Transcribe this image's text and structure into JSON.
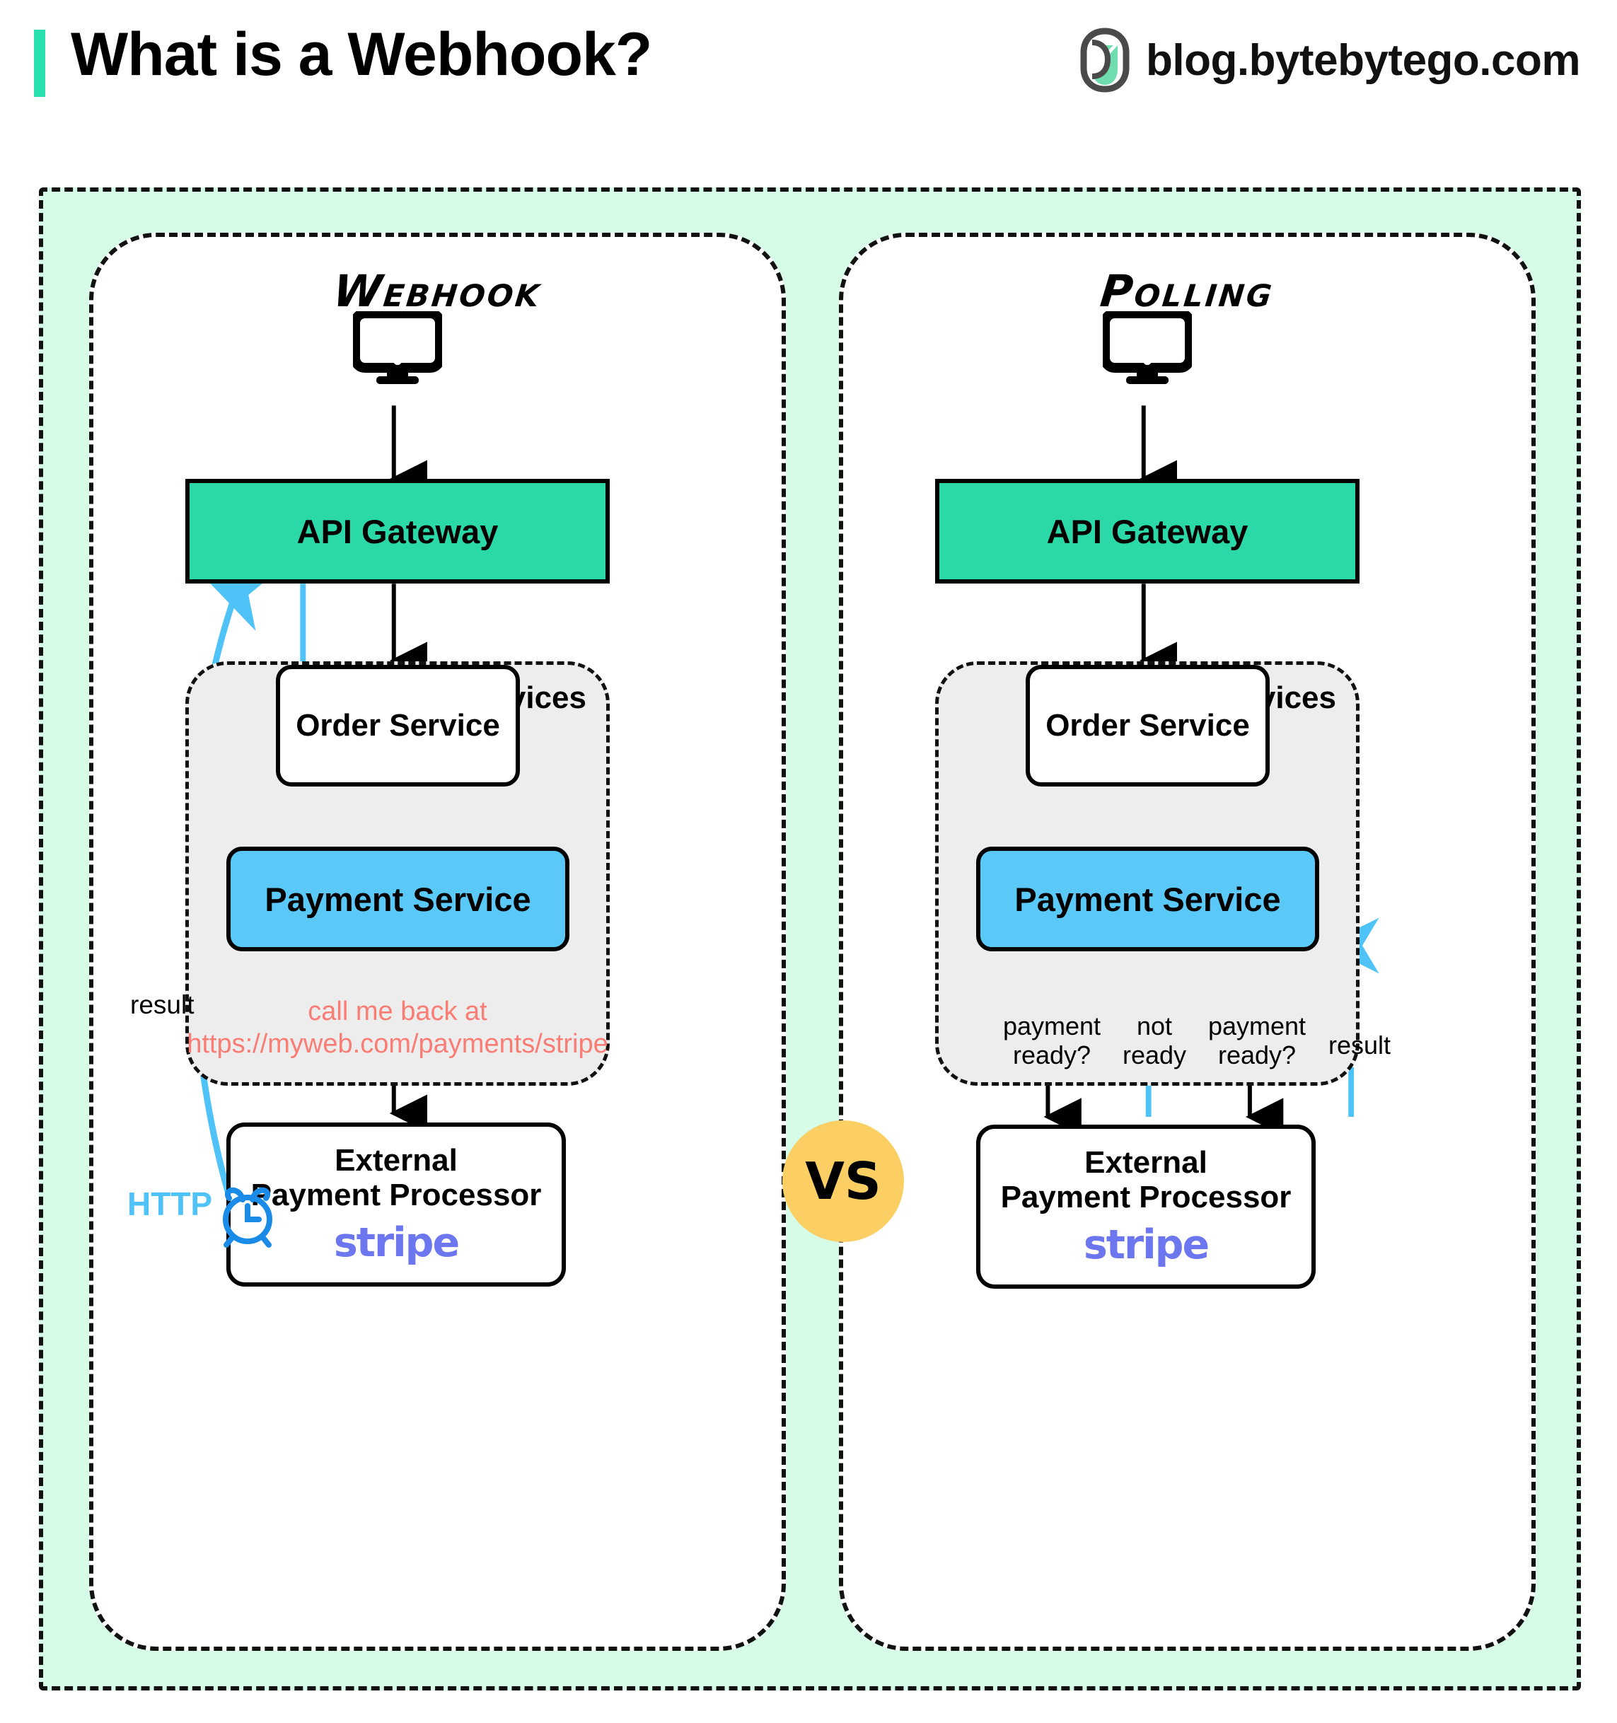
{
  "header": {
    "title": "What is a Webhook?",
    "brand_text": "blog.bytebytego.com",
    "accent_color": "#2BE0B0",
    "logo_icon": "bytebytego-logo-icon"
  },
  "diagram": {
    "background_color": "#D6FBE6",
    "comparator_label": "VS",
    "comparator_color": "#FBCF64",
    "webhook": {
      "title": "Webhook",
      "client_icon": "desktop-monitor-icon",
      "api_gateway": "API Gateway",
      "services_label": "Services",
      "order_service": "Order\nService",
      "payment_service": "Payment Service",
      "external_processor": "External\nPayment Processor",
      "vendor_logo": "stripe",
      "callback_line1": "call me back at",
      "callback_line2": "https://myweb.com/payments/stripe",
      "result_label": "result",
      "http_label": "HTTP",
      "clock_icon": "alarm-clock-icon"
    },
    "polling": {
      "title": "Polling",
      "client_icon": "desktop-monitor-icon",
      "api_gateway": "API Gateway",
      "services_label": "Services",
      "order_service": "Order\nService",
      "payment_service": "Payment Service",
      "external_processor": "External\nPayment Processor",
      "vendor_logo": "stripe",
      "poll_labels": [
        "payment\nready?",
        "not\nready",
        "payment\nready?",
        "result"
      ]
    }
  },
  "colors": {
    "api_gateway_fill": "#2BD9A8",
    "payment_service_fill": "#5BC9F7",
    "services_fill": "#EDEDED",
    "callback_text": "#F97D74",
    "http_blue": "#4FC3F7",
    "clock_blue": "#1A8CE8",
    "stripe_purple": "#6B76EF"
  }
}
